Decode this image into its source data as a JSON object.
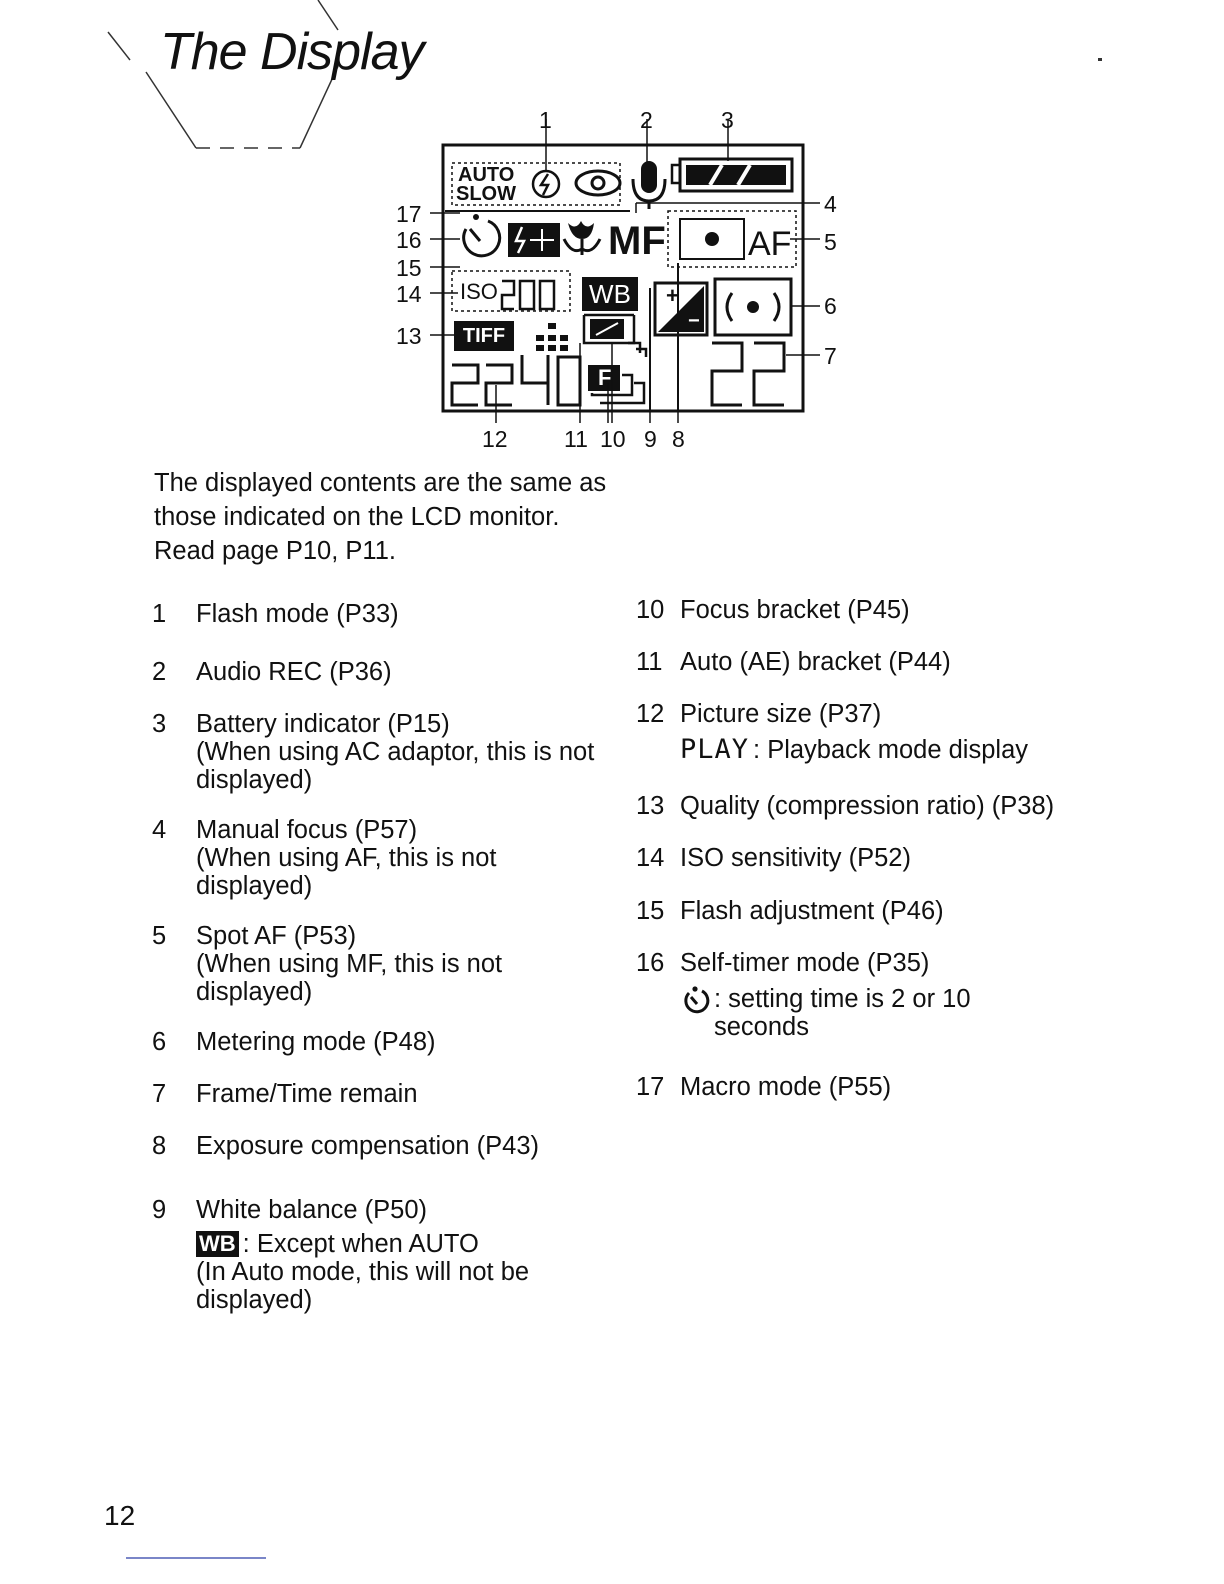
{
  "title": "The Display",
  "display": {
    "auto_slow_top": "AUTO",
    "auto_slow_bottom": "SLOW",
    "manual_focus": "MF",
    "spot_af": "AF",
    "iso_prefix": "ISO",
    "iso_value": "200",
    "white_balance": "WB",
    "quality": "TIFF",
    "frames_left": "2240",
    "frames_right": "22",
    "bracket_label": "F",
    "exposure_plus": "+",
    "exposure_minus": "−"
  },
  "callouts": {
    "top": [
      "1",
      "2",
      "3"
    ],
    "right": [
      "4",
      "5",
      "6",
      "7"
    ],
    "left": [
      "17",
      "16",
      "15",
      "14",
      "13"
    ],
    "bottom": [
      "12",
      "11",
      "10",
      "9",
      "8"
    ]
  },
  "intro": "The displayed contents are the same as those indicated on the LCD monitor. Read page P10, P11.",
  "items_left": [
    {
      "num": "1",
      "text": "Flash mode (P33)"
    },
    {
      "num": "2",
      "text": "Audio REC (P36)"
    },
    {
      "num": "3",
      "text": "Battery indicator (P15)",
      "sub": "(When using AC adaptor, this is not displayed)"
    },
    {
      "num": "4",
      "text": "Manual focus (P57)",
      "sub": "(When using AF, this is not displayed)"
    },
    {
      "num": "5",
      "text": "Spot AF (P53)",
      "sub": "(When using MF, this is not displayed)"
    },
    {
      "num": "6",
      "text": "Metering mode (P48)"
    },
    {
      "num": "7",
      "text": "Frame/Time remain"
    },
    {
      "num": "8",
      "text": "Exposure compensation (P43)"
    },
    {
      "num": "9",
      "text": "White balance (P50)",
      "note_icon": "WB",
      "note": ": Except when AUTO",
      "sub": "(In Auto mode, this will not be displayed)"
    }
  ],
  "items_right": [
    {
      "num": "10",
      "text": "Focus bracket (P45)"
    },
    {
      "num": "11",
      "text": "Auto (AE) bracket (P44)"
    },
    {
      "num": "12",
      "text": "Picture size (P37)",
      "note_icon": "PLAY",
      "note": ": Playback mode display"
    },
    {
      "num": "13",
      "text": "Quality (compression ratio) (P38)"
    },
    {
      "num": "14",
      "text": "ISO sensitivity (P52)"
    },
    {
      "num": "15",
      "text": "Flash adjustment (P46)"
    },
    {
      "num": "16",
      "text": "Self-timer mode (P35)",
      "note_icon": "self-timer-icon",
      "note": ": setting time is 2 or 10 seconds"
    },
    {
      "num": "17",
      "text": "Macro mode (P55)"
    }
  ],
  "page_number": "12"
}
